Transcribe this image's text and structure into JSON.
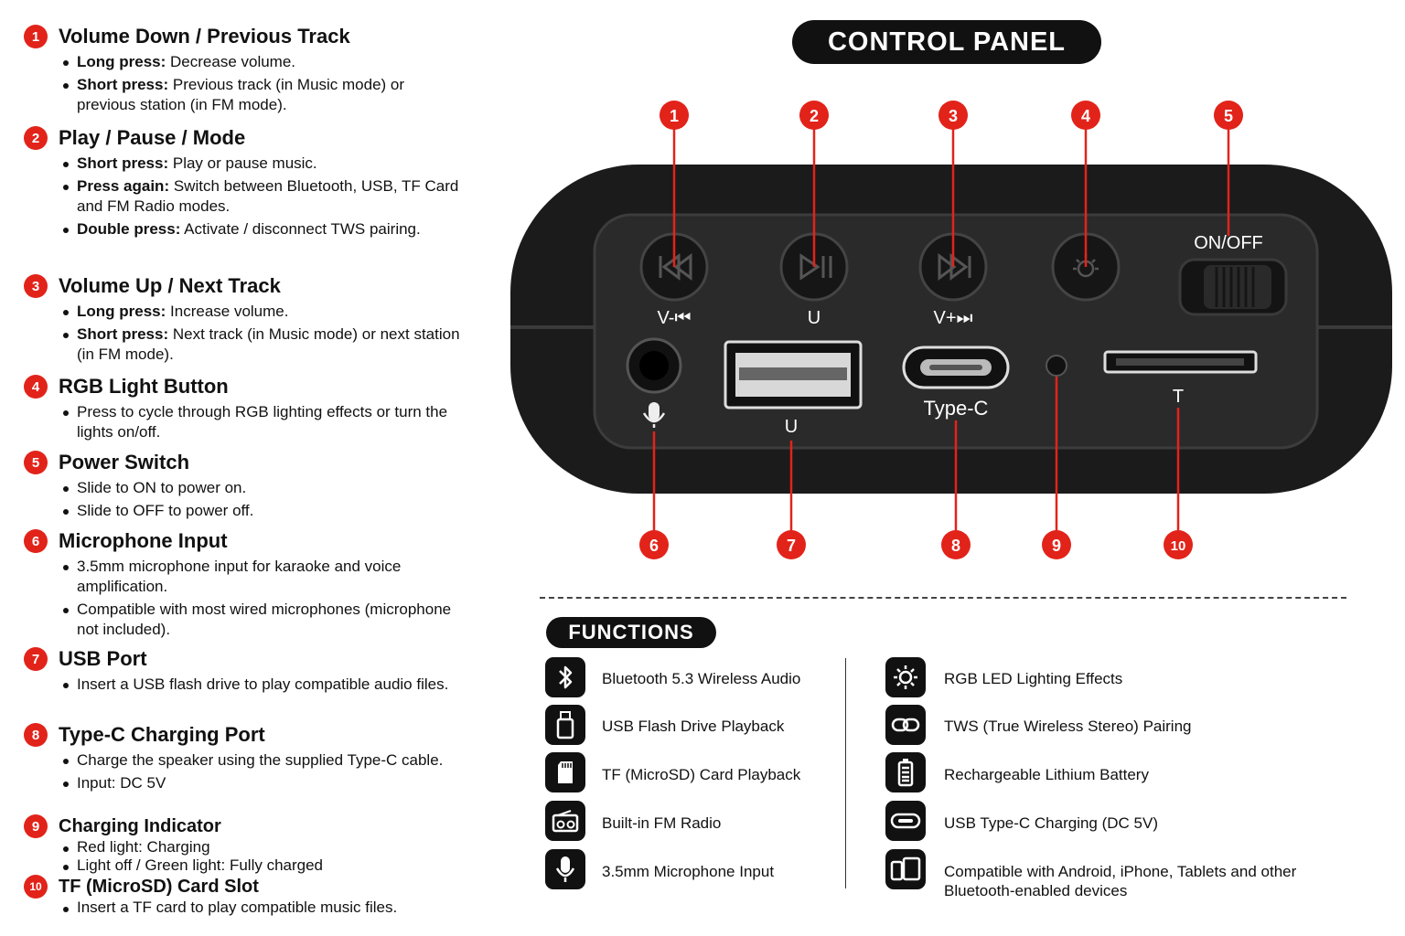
{
  "control_panel_title": "CONTROL PANEL",
  "functions_title": "FUNCTIONS",
  "sections": [
    {
      "num": "1",
      "title": "Volume Down / Previous Track",
      "bullets": [
        {
          "bold": "Long press:",
          "text": " Decrease volume."
        },
        {
          "bold": "Short press:",
          "text": " Previous track (in Music mode) or previous station (in FM mode)."
        }
      ]
    },
    {
      "num": "2",
      "title": "Play / Pause / Mode",
      "bullets": [
        {
          "bold": "Short press:",
          "text": " Play or pause music."
        },
        {
          "bold": "Press again:",
          "text": " Switch between Bluetooth, USB, TF Card and FM Radio modes."
        },
        {
          "bold": "Double press:",
          "text": " Activate / disconnect TWS pairing."
        }
      ]
    },
    {
      "num": "3",
      "title": "Volume Up / Next Track",
      "bullets": [
        {
          "bold": "Long press:",
          "text": " Increase volume."
        },
        {
          "bold": "Short press:",
          "text": " Next track (in Music mode) or next station (in FM mode)."
        }
      ]
    },
    {
      "num": "4",
      "title": "RGB Light Button",
      "bullets": [
        {
          "bold": "",
          "text": "Press to cycle through RGB lighting effects or turn the lights on/off."
        }
      ]
    },
    {
      "num": "5",
      "title": "Power Switch",
      "bullets": [
        {
          "bold": "",
          "text": "Slide to ON to power on."
        },
        {
          "bold": "",
          "text": "Slide to OFF to power off."
        }
      ]
    },
    {
      "num": "6",
      "title": "Microphone Input",
      "bullets": [
        {
          "bold": "",
          "text": "3.5mm microphone input for karaoke and voice amplification."
        },
        {
          "bold": "",
          "text": "Compatible with most wired microphones (microphone not included)."
        }
      ]
    },
    {
      "num": "7",
      "title": "USB Port",
      "bullets": [
        {
          "bold": "",
          "text": "Insert a USB flash drive to play compatible audio files."
        }
      ]
    },
    {
      "num": "8",
      "title": "Type-C Charging Port",
      "bullets": [
        {
          "bold": "",
          "text": "Charge the speaker using the supplied Type-C cable."
        },
        {
          "bold": "",
          "text": "Input: DC 5V"
        }
      ]
    },
    {
      "num": "9",
      "title": "Charging Indicator",
      "bullets": [
        {
          "bold": "",
          "text": "Red light: Charging"
        },
        {
          "bold": "",
          "text": "Light off / Green light: Fully charged"
        }
      ]
    },
    {
      "num": "10",
      "title": "TF (MicroSD) Card Slot",
      "bullets": [
        {
          "bold": "",
          "text": "Insert a TF card to play compatible music files."
        }
      ]
    }
  ],
  "panel_labels": {
    "vol_down": "V-⏮",
    "play": "U",
    "vol_up": "V+⏭",
    "onoff": "ON/OFF",
    "usb": "U",
    "typec": "Type-C",
    "tf": "T"
  },
  "callouts": [
    "1",
    "2",
    "3",
    "4",
    "5",
    "6",
    "7",
    "8",
    "9",
    "10"
  ],
  "functions_left": [
    {
      "icon": "bluetooth-icon",
      "label": "Bluetooth 5.3 Wireless Audio"
    },
    {
      "icon": "usb-drive-icon",
      "label": "USB Flash Drive Playback"
    },
    {
      "icon": "sd-card-icon",
      "label": "TF (MicroSD) Card Playback"
    },
    {
      "icon": "radio-icon",
      "label": "Built-in FM Radio"
    },
    {
      "icon": "microphone-icon",
      "label": "3.5mm Microphone Input"
    }
  ],
  "functions_right": [
    {
      "icon": "sun-icon",
      "label": "RGB LED Lighting Effects"
    },
    {
      "icon": "link-icon",
      "label": "TWS (True Wireless Stereo) Pairing"
    },
    {
      "icon": "battery-icon",
      "label": "Rechargeable Lithium Battery"
    },
    {
      "icon": "type-c-icon",
      "label": "USB Type-C Charging (DC 5V)"
    },
    {
      "icon": "devices-icon",
      "label": "Compatible with Android, iPhone, Tablets and other Bluetooth-enabled devices"
    }
  ]
}
